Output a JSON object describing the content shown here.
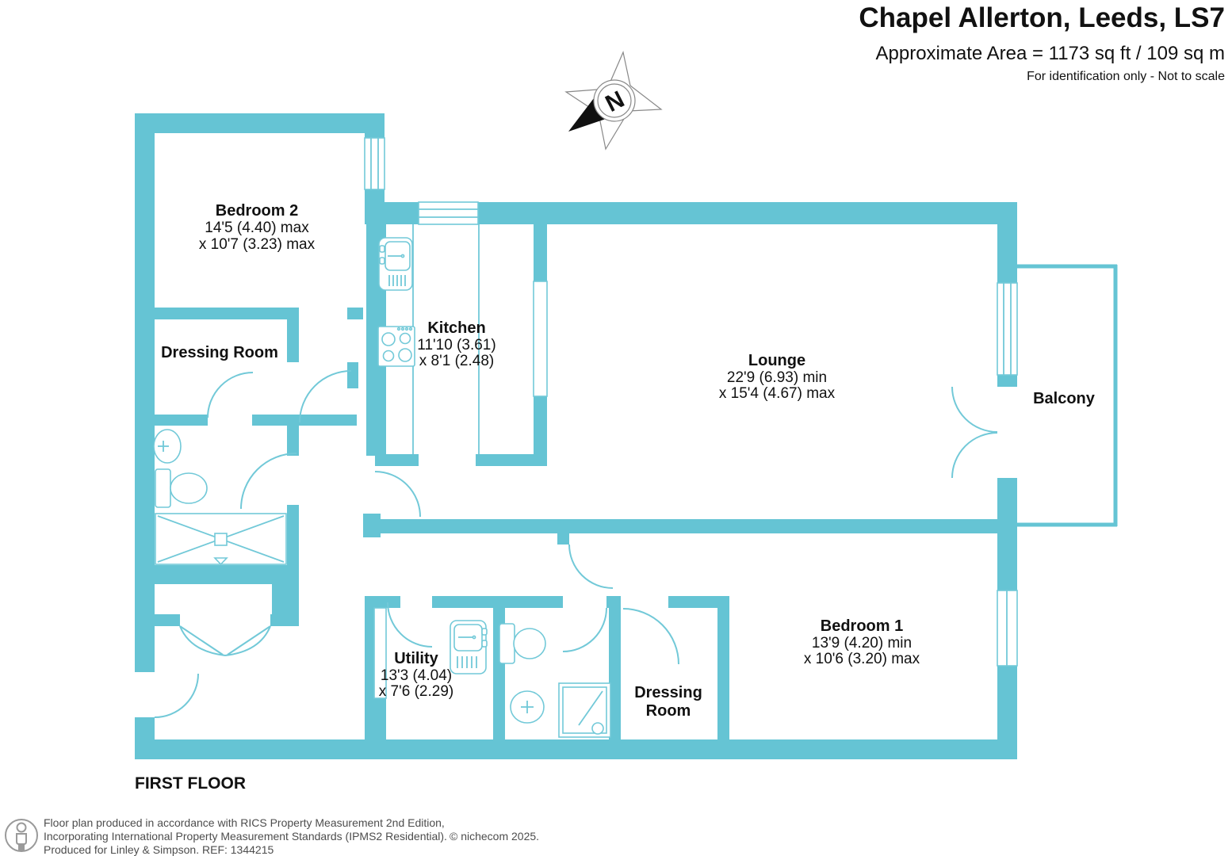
{
  "header": {
    "title": "Chapel Allerton, Leeds, LS7",
    "area": "Approximate Area = 1173 sq ft / 109 sq m",
    "note": "For identification only - Not to scale"
  },
  "floor_label": "FIRST FLOOR",
  "compass": {
    "letter": "N",
    "icon": "compass-rose-icon"
  },
  "rooms": {
    "bedroom2": {
      "name": "Bedroom 2",
      "dim1": "14'5 (4.40) max",
      "dim2": "x 10'7 (3.23) max"
    },
    "dressing1": {
      "name": "Dressing Room"
    },
    "kitchen": {
      "name": "Kitchen",
      "dim1": "11'10 (3.61)",
      "dim2": "x 8'1 (2.48)"
    },
    "lounge": {
      "name": "Lounge",
      "dim1": "22'9 (6.93) min",
      "dim2": "x 15'4 (4.67) max"
    },
    "balcony": {
      "name": "Balcony"
    },
    "utility": {
      "name": "Utility",
      "dim1": "13'3 (4.04)",
      "dim2": "x 7'6 (2.29)"
    },
    "dressing2": {
      "name_line1": "Dressing",
      "name_line2": "Room"
    },
    "bedroom1": {
      "name": "Bedroom 1",
      "dim1": "13'9 (4.20) min",
      "dim2": "x 10'6 (3.20) max"
    }
  },
  "footer": {
    "line1": "Floor plan produced in accordance with RICS Property Measurement 2nd Edition,",
    "line2": "Incorporating International Property Measurement Standards (IPMS2 Residential).",
    "line3": "Produced for Linley & Simpson.   REF: 1344215",
    "copyright": "© nichecom 2025.",
    "logo_icon": "person-logo-icon"
  },
  "colors": {
    "wall": "#65c4d4",
    "fixture_line": "#72c9d8",
    "text": "#111111",
    "footer_text": "#4d4d4d"
  }
}
